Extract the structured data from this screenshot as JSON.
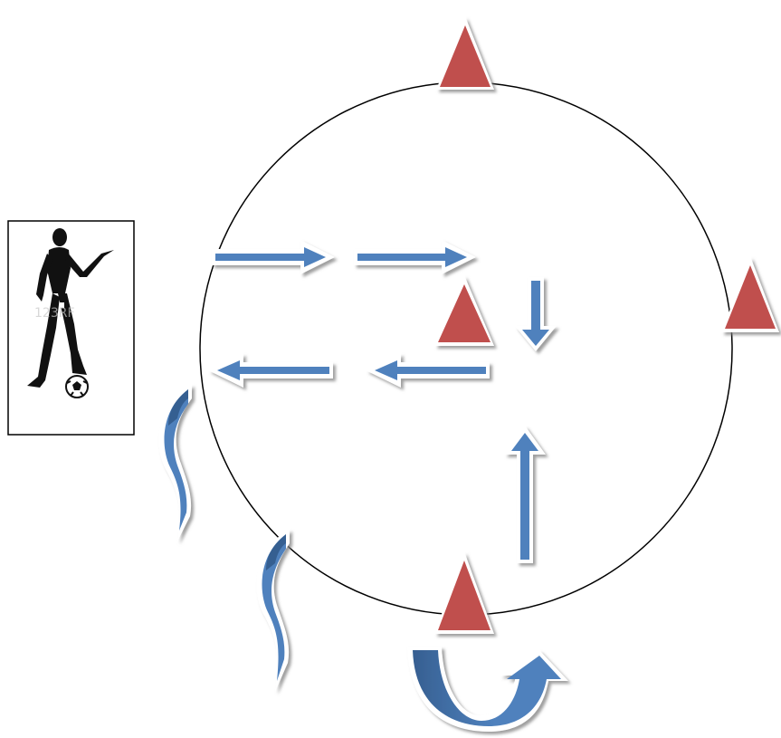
{
  "diagram": {
    "colors": {
      "cone_fill": "#c0504d",
      "cone_shadow": "#8c8c8c",
      "arrow_fill": "#4f81bd",
      "arrow_dark": "#365f91",
      "circle_stroke": "#000000",
      "figure_fill": "#111111"
    },
    "player_card": {
      "icon": "soccer-player-icon",
      "watermark": "123RF"
    },
    "cones": [
      "top",
      "right",
      "center",
      "bottom"
    ],
    "straight_arrows": [
      "right",
      "right",
      "down",
      "left",
      "left",
      "up"
    ],
    "curved_arrows": [
      "squiggle",
      "squiggle",
      "u-turn"
    ]
  }
}
